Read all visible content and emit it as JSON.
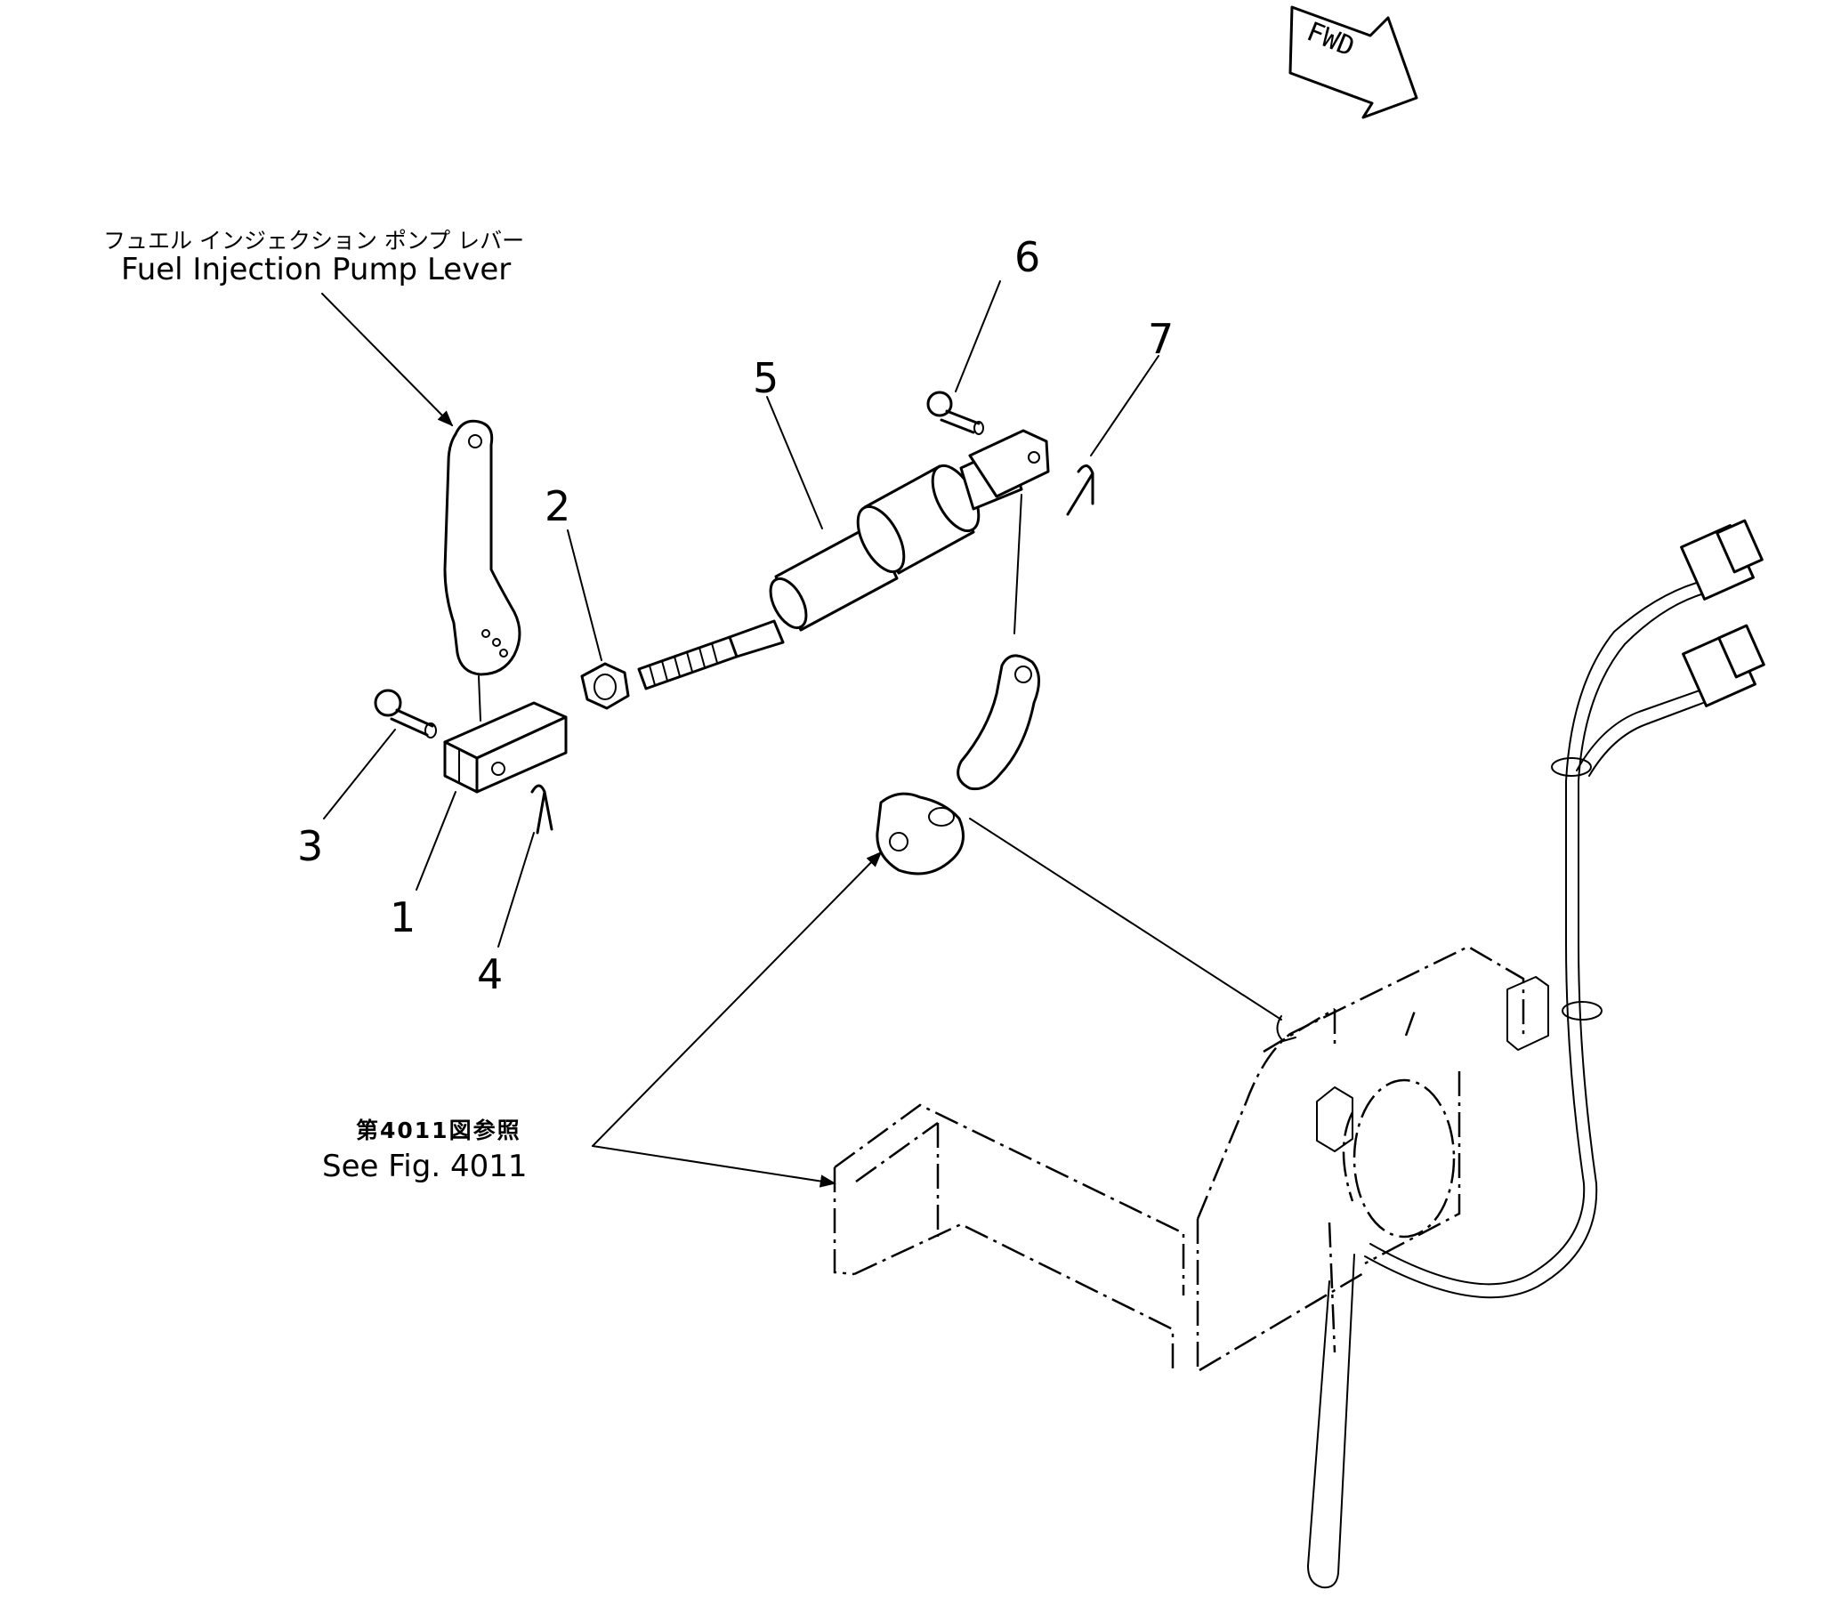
{
  "diagram": {
    "fwd_label": "FWD",
    "captions": {
      "pump_lever_jp": "フュエル インジェクション ポンプ レバー",
      "pump_lever_en": "Fuel Injection Pump Lever",
      "see_fig_jp": "第4011図参照",
      "see_fig_en": "See Fig. 4011"
    },
    "part_numbers": [
      "1",
      "2",
      "3",
      "4",
      "5",
      "6",
      "7"
    ]
  }
}
